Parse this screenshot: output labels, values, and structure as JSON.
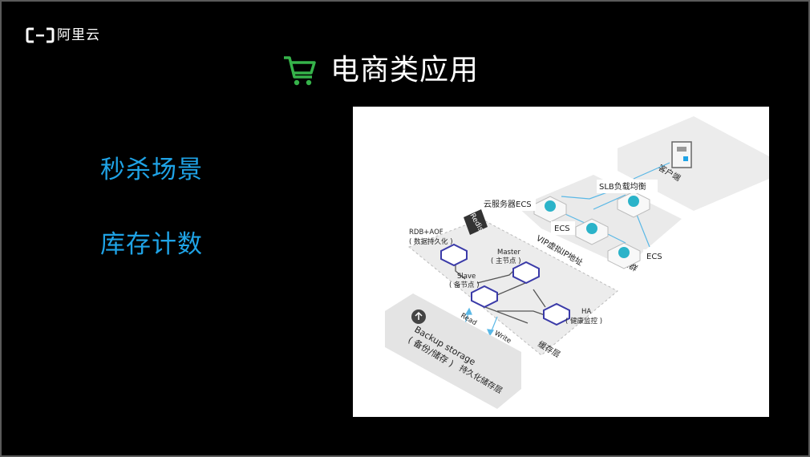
{
  "brand": {
    "name": "阿里云"
  },
  "slide": {
    "title": "电商类应用",
    "bullets": [
      "秒杀场景",
      "库存计数"
    ]
  },
  "diagram": {
    "client": "客户端",
    "slb": "SLB负载均衡",
    "cloud_server_ecs": "云服务器ECS",
    "ecs_a": "ECS",
    "ecs_b": "ECS",
    "ecs_cluster": "ECS集群",
    "vip": "VIP虚拟IP地址",
    "redis": "Redis",
    "rdb_aof": "RDB+AOF",
    "rdb_aof_sub": "( 数据持久化 )",
    "master": "Master",
    "master_sub": "( 主节点 )",
    "slave": "Slave",
    "slave_sub": "( 备节点 )",
    "ha": "HA",
    "ha_sub": "( 健康监控 )",
    "cache_layer": "缓存层",
    "read": "Read",
    "write": "Write",
    "backup": "Backup storage",
    "backup_sub": "( 备份/储存 )",
    "persist_layer": "持久化储存层"
  },
  "colors": {
    "accent_blue": "#1fa3e6",
    "cart_green": "#36b34a",
    "ecs_teal": "#2bb3c9",
    "redis_node": "#3a3aa8"
  }
}
